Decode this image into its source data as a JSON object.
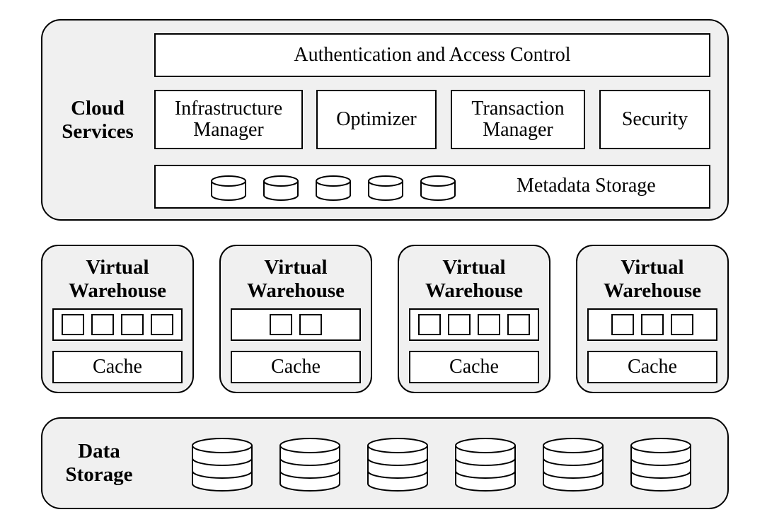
{
  "cloud_services": {
    "label": "Cloud\nServices",
    "auth_label": "Authentication and Access Control",
    "components": [
      {
        "label": "Infrastructure\nManager"
      },
      {
        "label": "Optimizer"
      },
      {
        "label": "Transaction\nManager"
      },
      {
        "label": "Security"
      }
    ],
    "metadata_label": "Metadata Storage",
    "metadata_disk_count": 5
  },
  "virtual_warehouses": [
    {
      "title": "Virtual\nWarehouse",
      "cores": 4,
      "cache_label": "Cache"
    },
    {
      "title": "Virtual\nWarehouse",
      "cores": 2,
      "cache_label": "Cache"
    },
    {
      "title": "Virtual\nWarehouse",
      "cores": 4,
      "cache_label": "Cache"
    },
    {
      "title": "Virtual\nWarehouse",
      "cores": 3,
      "cache_label": "Cache"
    }
  ],
  "data_storage": {
    "label": "Data\nStorage",
    "disk_count": 6
  }
}
